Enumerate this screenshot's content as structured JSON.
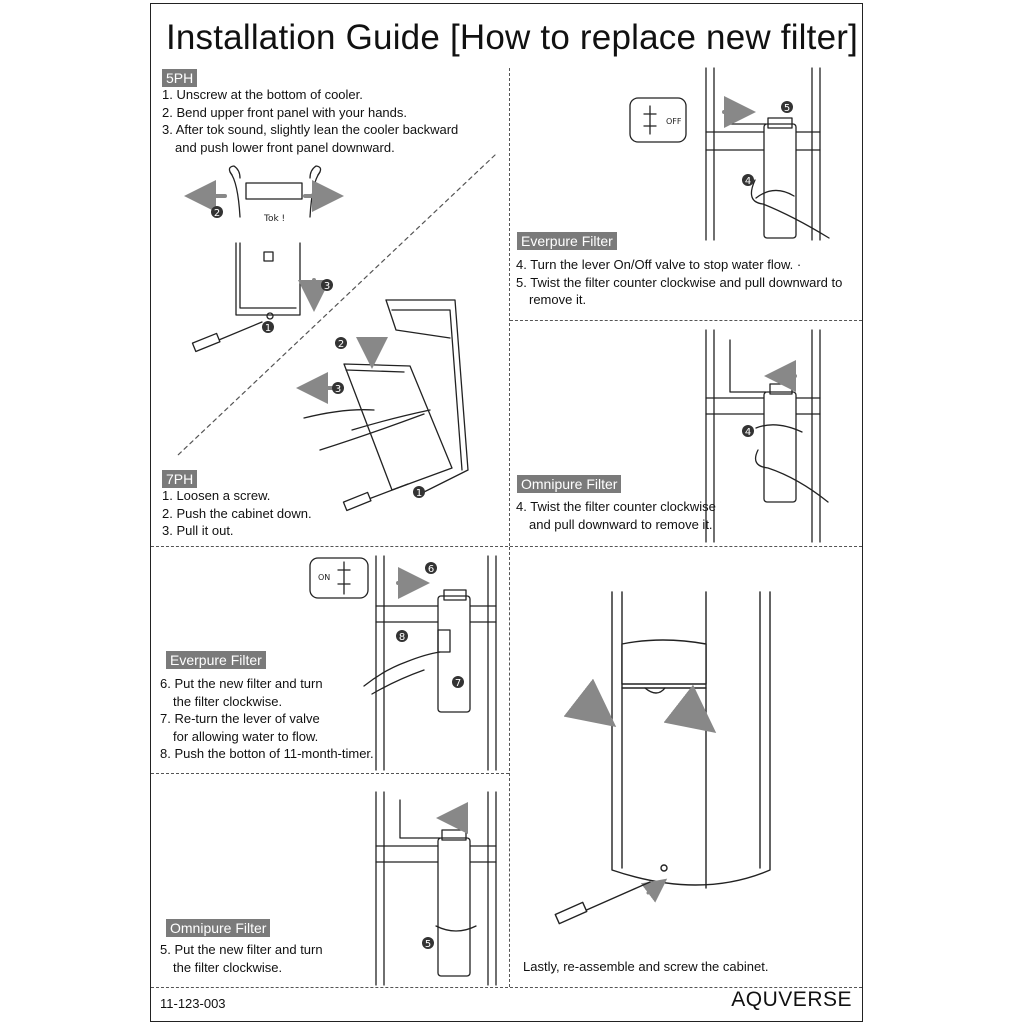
{
  "title": "Installation Guide [How to replace new filter]",
  "sections": {
    "s5ph": {
      "label": "5PH",
      "steps": [
        "1. Unscrew at the bottom of cooler.",
        "2. Bend upper front panel with your hands.",
        "3. After  tok sound, slightly lean the cooler backward",
        "and push lower front panel downward."
      ],
      "tok_text": "Tok !"
    },
    "s7ph": {
      "label": "7PH",
      "steps": [
        "1. Loosen a screw.",
        "2. Push the cabinet down.",
        "3. Pull it out."
      ]
    },
    "everpure_remove": {
      "label": "Everpure Filter",
      "steps": [
        "4. Turn the lever On/Off valve to stop water flow. ·",
        "5. Twist the filter counter clockwise and pull downward to",
        "remove it."
      ],
      "valve_text": "OFF"
    },
    "omnipure_remove": {
      "label": "Omnipure Filter",
      "steps": [
        "4. Twist the filter counter clockwise",
        "and pull downward to remove it."
      ]
    },
    "everpure_install": {
      "label": "Everpure Filter",
      "steps": [
        "6. Put the new filter and turn",
        "the filter clockwise.",
        "7. Re-turn the lever of valve",
        "for allowing water to flow.",
        "8. Push the botton of 11-month-timer."
      ],
      "valve_text": "ON"
    },
    "omnipure_install": {
      "label": "Omnipure Filter",
      "steps": [
        "5. Put the new filter and turn",
        "the filter clockwise."
      ]
    },
    "reassemble": {
      "text": "Lastly, re-assemble and screw the cabinet."
    }
  },
  "markers": [
    "1",
    "2",
    "3",
    "4",
    "5",
    "6",
    "7",
    "8"
  ],
  "footer": {
    "code": "11-123-003",
    "logo": "AQUVERSE"
  },
  "colors": {
    "label_bg": "#7a7a7a",
    "ink": "#111111",
    "arrow": "#888888"
  }
}
